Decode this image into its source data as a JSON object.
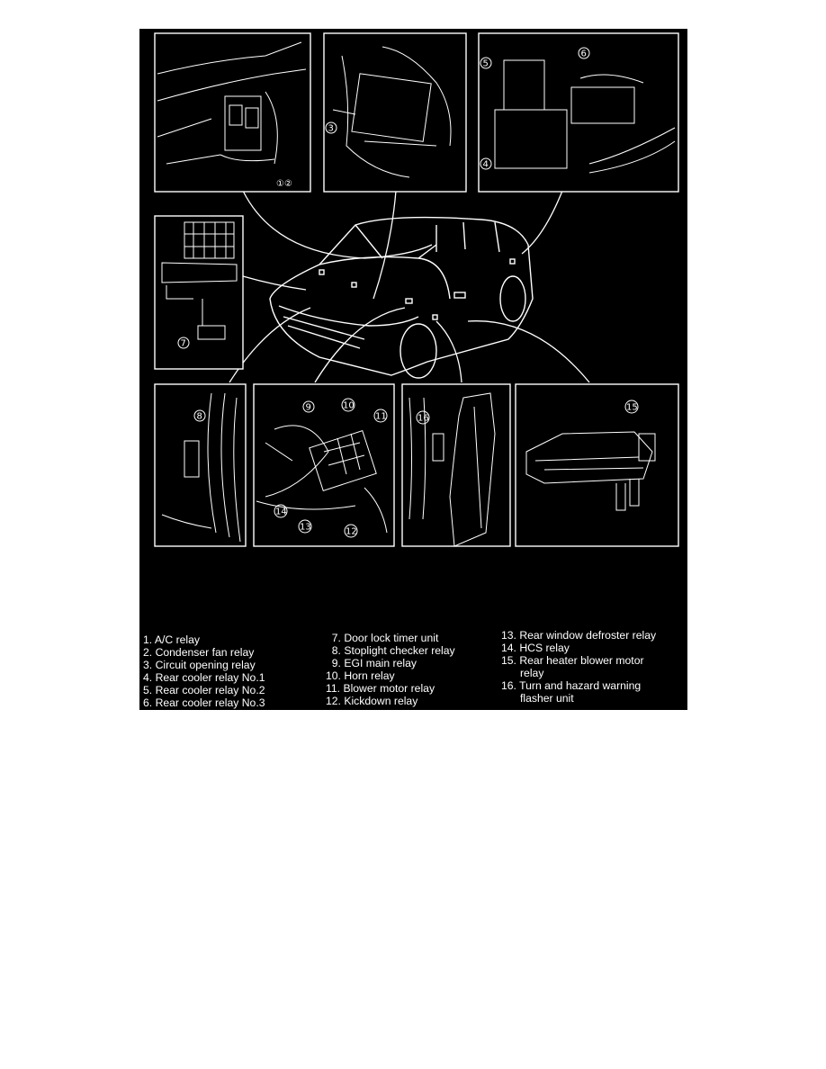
{
  "figure": {
    "legend": [
      {
        "num": "1.",
        "label": "A/C relay"
      },
      {
        "num": "2.",
        "label": "Condenser fan relay"
      },
      {
        "num": "3.",
        "label": "Circuit opening relay"
      },
      {
        "num": "4.",
        "label": "Rear cooler relay No.1"
      },
      {
        "num": "5.",
        "label": "Rear cooler relay No.2"
      },
      {
        "num": "6.",
        "label": "Rear cooler relay No.3"
      },
      {
        "num": "7.",
        "label": "Door lock timer unit"
      },
      {
        "num": "8.",
        "label": "Stoplight checker relay"
      },
      {
        "num": "9.",
        "label": "EGI main relay"
      },
      {
        "num": "10.",
        "label": "Horn relay"
      },
      {
        "num": "11.",
        "label": "Blower motor relay"
      },
      {
        "num": "12.",
        "label": "Kickdown relay"
      },
      {
        "num": "13.",
        "label": "Rear window defroster relay"
      },
      {
        "num": "14.",
        "label": "HCS relay"
      },
      {
        "num": "15.",
        "label": "Rear heater blower motor",
        "cont": "relay"
      },
      {
        "num": "16.",
        "label": "Turn and hazard warning",
        "cont": "flasher unit"
      }
    ],
    "callouts": {
      "c12": "①②",
      "c3": "3",
      "c4": "4",
      "c5": "5",
      "c6": "6",
      "c7": "7",
      "c8": "8",
      "c9": "9",
      "c10": "10",
      "c11": "11",
      "c12b": "12",
      "c13": "13",
      "c14": "14",
      "c15": "15",
      "c16": "16"
    }
  }
}
